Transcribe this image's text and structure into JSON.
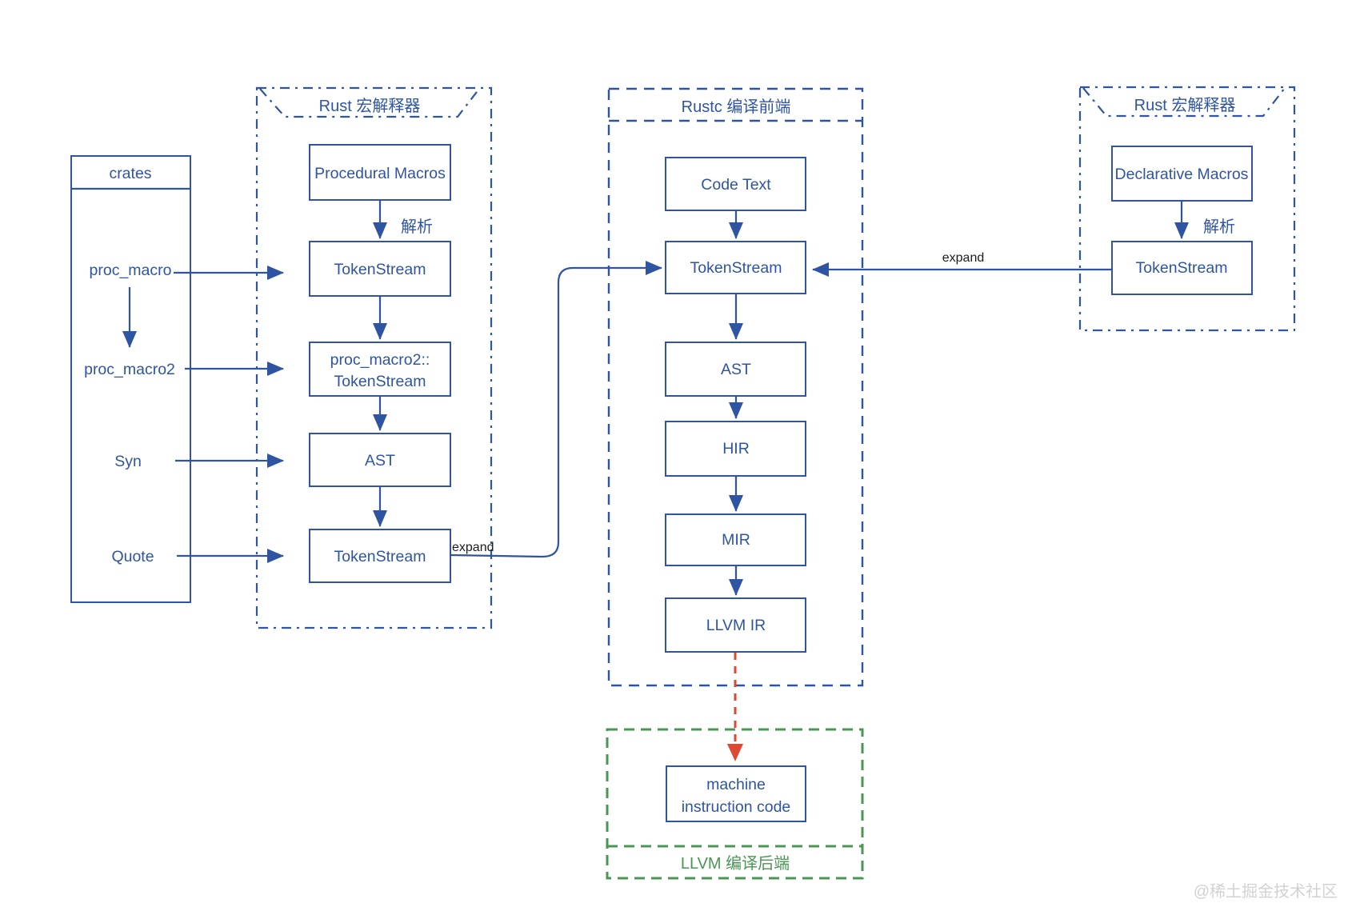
{
  "colors": {
    "blue": "#2e54a2",
    "green": "#4a9654",
    "red": "#dd4a33",
    "black": "#1c1c1c",
    "gray": "#d2d2d2"
  },
  "crates_panel": {
    "title": "crates",
    "items": [
      "proc_macro",
      "proc_macro2",
      "Syn",
      "Quote"
    ]
  },
  "left_macro_panel": {
    "title": "Rust 宏解释器",
    "box_procedural_macros": "Procedural Macros",
    "box_tokenstream_top": "TokenStream",
    "box_procmacro2_line1": "proc_macro2::",
    "box_procmacro2_line2": "TokenStream",
    "box_ast": "AST",
    "box_tokenstream_bottom": "TokenStream",
    "parse_label": "解析",
    "expand_label": "expand"
  },
  "rustc_panel": {
    "title": "Rustc 编译前端",
    "box_code_text": "Code Text",
    "box_tokenstream": "TokenStream",
    "box_ast": "AST",
    "box_hir": "HIR",
    "box_mir": "MIR",
    "box_llvm_ir": "LLVM IR"
  },
  "right_macro_panel": {
    "title": "Rust 宏解释器",
    "box_declarative_macros": "Declarative Macros",
    "box_tokenstream": "TokenStream",
    "parse_label": "解析",
    "expand_label": "expand"
  },
  "llvm_panel": {
    "title": "LLVM 编译后端",
    "box_machine_line1": "machine",
    "box_machine_line2": "instruction code"
  },
  "watermark": "@稀土掘金技术社区"
}
